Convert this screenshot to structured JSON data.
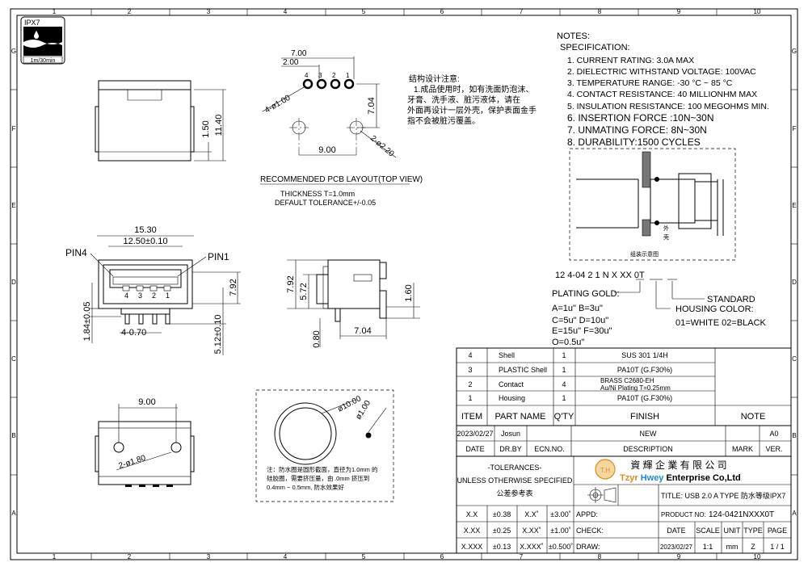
{
  "frame": {
    "columns": [
      "1",
      "2",
      "3",
      "4",
      "5",
      "6",
      "7",
      "8",
      "9",
      "10"
    ],
    "rows": [
      "G",
      "F",
      "E",
      "D",
      "C",
      "B",
      "A"
    ]
  },
  "ipx": {
    "rating": "IPX7",
    "time": "1m/30min"
  },
  "pcb": {
    "title": "RECOMMENDED PCB LAYOUT(TOP VIEW)",
    "thickness": "THICKNESS T=1.0mm",
    "tolerance": "DEFAULT TOLERANCE+/-0.05",
    "dim_700": "7.00",
    "dim_200": "2.00",
    "hole_label": "4-ø1.00",
    "dim_704": "7.04",
    "dim_900": "9.00",
    "big_hole": "2-ø2.20",
    "pins": [
      "4",
      "3",
      "2",
      "1"
    ]
  },
  "cn_notes": {
    "title": "结构设计注意:",
    "lines": [
      "1.成品使用时，如有洗面奶泡沫、",
      "牙膏、洗手液、脏污液体，请在",
      "外面再设计一层外壳，保护表面金手",
      "指不会被脏污覆盖。"
    ]
  },
  "notes": {
    "title": "NOTES:",
    "spec": "SPECIFICATION:",
    "items": [
      "1. CURRENT RATING: 3.0A MAX",
      "2. DIELECTRIC WITHSTAND VOLTAGE: 100VAC",
      "3. TEMPERATURE RANGE: -30 °C ~ 85 °C",
      "4. CONTACT RESISTANCE: 40 MILLIONHM MAX",
      "5. INSULATION RESISTANCE: 100 MEGOHMS MIN.",
      "6. INSERTION FORCE :10N~30N",
      "7. UNMATING FORCE: 8N~30N",
      "8. DURABILITY:1500 CYCLES"
    ]
  },
  "assembly": {
    "shell_label_1": "外",
    "shell_label_2": "壳",
    "caption": "组装示意图"
  },
  "part_code": {
    "code": "12 4-04 2 1 N X XX 0T",
    "plating": "PLATING GOLD:",
    "standard": "STANDARD",
    "housing_color": "HOUSING COLOR:",
    "colors": "01=WHITE 02=BLACK",
    "gold_options": [
      "A=1u\"  B=3u\"",
      "C=5u\"  D=10u\"",
      "E=15u\" F=30u\"",
      "O=0.5u\""
    ]
  },
  "front_top": {
    "dim_150": "1.50",
    "dim_1140": "11.40"
  },
  "front_view": {
    "dim_1530": "15.30",
    "dim_1250": "12.50±0.10",
    "pin4": "PIN4",
    "pin1": "PIN1",
    "dim_792": "7.92",
    "dim_184": "1.84±0.05",
    "dim_470": "4-0.70",
    "dim_512": "5.12±0.10",
    "pin_nums": [
      "4",
      "3",
      "2",
      "1"
    ]
  },
  "side_view": {
    "dim_792": "7.92",
    "dim_572": "5.72",
    "dim_160": "1.60",
    "dim_704": "7.04",
    "dim_080": "0.80"
  },
  "bottom_view": {
    "dim_900": "9.00",
    "hole": "2-ø1.80"
  },
  "seal": {
    "dim_1000": "ø10.00",
    "dim_100": "ø1.00",
    "note": [
      "注：防水圈是圆形截面，直径为1.0mm 的",
      "硅胶圈，需要挤压量，由 .0mm 挤压到",
      "0.4mm ~ 0.5mm, 防水效果好"
    ]
  },
  "bom": {
    "header": [
      "ITEM",
      "PART NAME",
      "Q'TY",
      "FINISH",
      "NOTE"
    ],
    "rows": [
      {
        "item": "4",
        "part": "Shell",
        "qty": "1",
        "finish": "SUS 301 1/4H"
      },
      {
        "item": "3",
        "part": "PLASTIC Shell",
        "qty": "1",
        "finish": "PA10T (G.F30%)"
      },
      {
        "item": "2",
        "part": "Contact",
        "qty": "4",
        "finish": "BRASS C2680-EH",
        "finish2": "Au/Ni  Plating  T=0.25mm"
      },
      {
        "item": "1",
        "part": "Housing",
        "qty": "1",
        "finish": "PA10T (G.F30%)"
      }
    ]
  },
  "revision": {
    "date": "2023/02/27",
    "drby": "Josun",
    "description": "NEW",
    "ver": "A0",
    "labels": {
      "date": "DATE",
      "drby": "DR.BY",
      "ecn": "ECN.NO.",
      "desc": "DESCRIPTION",
      "mark": "MARK",
      "ver": "VER."
    }
  },
  "tolerances": {
    "title": "-TOLERANCES-",
    "line2": "UNLESS OTHERWISE SPECIFIED",
    "line3": "公差参考表",
    "rows": [
      [
        "X.X",
        "±0.38",
        "X.X˚",
        "±3.00˚"
      ],
      [
        "X.XX",
        "±0.25",
        "X.XX˚",
        "±1.00˚"
      ],
      [
        "X.XXX",
        "±0.13",
        "X.XXX˚",
        "±0.500˚"
      ]
    ]
  },
  "company": {
    "cn": "資 輝 企 業 有 限 公 司",
    "en_a": "Tzyr ",
    "en_b": "Hwey",
    "en_c": " Enterprise Co,Ltd",
    "logo": "T.H"
  },
  "titleblock": {
    "title": "TITLE: USB 2.0 A TYPE 防水等级IPX7",
    "appd": "APPD:",
    "check": "CHECK:",
    "draw": "DRAW:",
    "product_label": "PRODUCT NO:",
    "product_no": "124-0421NXXX0T",
    "cols": [
      "DATE",
      "SCALE",
      "UNIT",
      "TYPE",
      "PAGE"
    ],
    "vals": [
      "2023/02/27",
      "1:1",
      "mm",
      "Z",
      "1 / 1"
    ]
  }
}
